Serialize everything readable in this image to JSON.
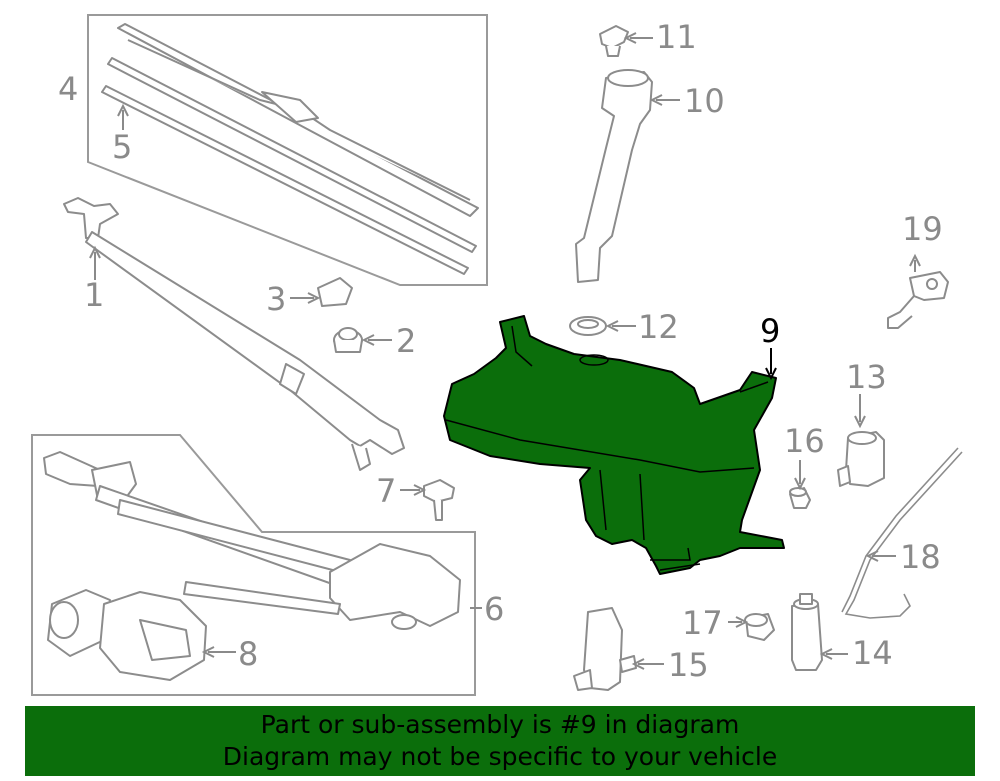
{
  "callouts": {
    "c1": "1",
    "c2": "2",
    "c3": "3",
    "c4": "4",
    "c5": "5",
    "c6": "6",
    "c7": "7",
    "c8": "8",
    "c9": "9",
    "c10": "10",
    "c11": "11",
    "c12": "12",
    "c13": "13",
    "c14": "14",
    "c15": "15",
    "c16": "16",
    "c17": "17",
    "c18": "18",
    "c19": "19"
  },
  "highlighted_part": "9",
  "colors": {
    "highlight": "#0b6e0b",
    "line": "#8c8c8c",
    "banner": "#0b6e0b"
  },
  "banner": {
    "line1": "Part or sub-assembly is #9 in diagram",
    "line2": "Diagram may not be specific to your vehicle"
  }
}
